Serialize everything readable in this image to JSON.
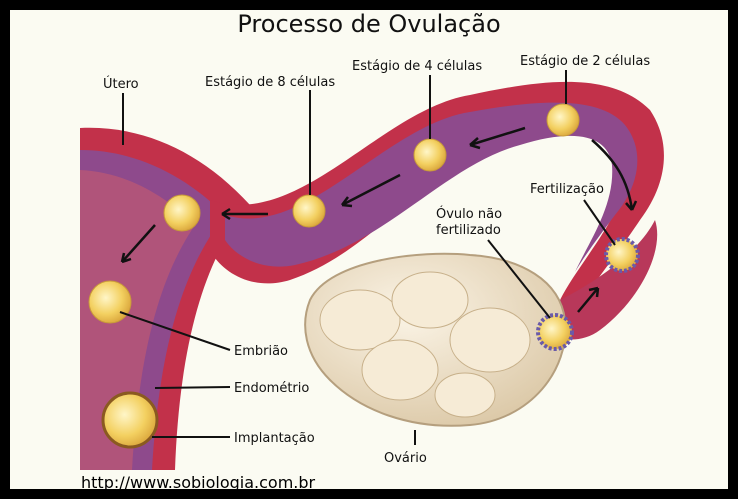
{
  "title": "Processo de Ovulação",
  "labels": {
    "utero": "Útero",
    "estagio8": "Estágio de 8 células",
    "estagio4": "Estágio de 4 células",
    "estagio2": "Estágio de 2 células",
    "fertilizacao": "Fertilização",
    "ovulo_line1": "Óvulo não",
    "ovulo_line2": "fertilizado",
    "embriao": "Embrião",
    "endometrio": "Endométrio",
    "implantacao": "Implantação",
    "ovario": "Ovário"
  },
  "source_url": "http://www.sobiologia.com.br",
  "colors": {
    "tube_outer": "#c2314a",
    "tube_inner": "#8e4a8c",
    "cell": "#f3d060",
    "ovary": "#f1e4cf",
    "background": "#fbfbf2"
  }
}
